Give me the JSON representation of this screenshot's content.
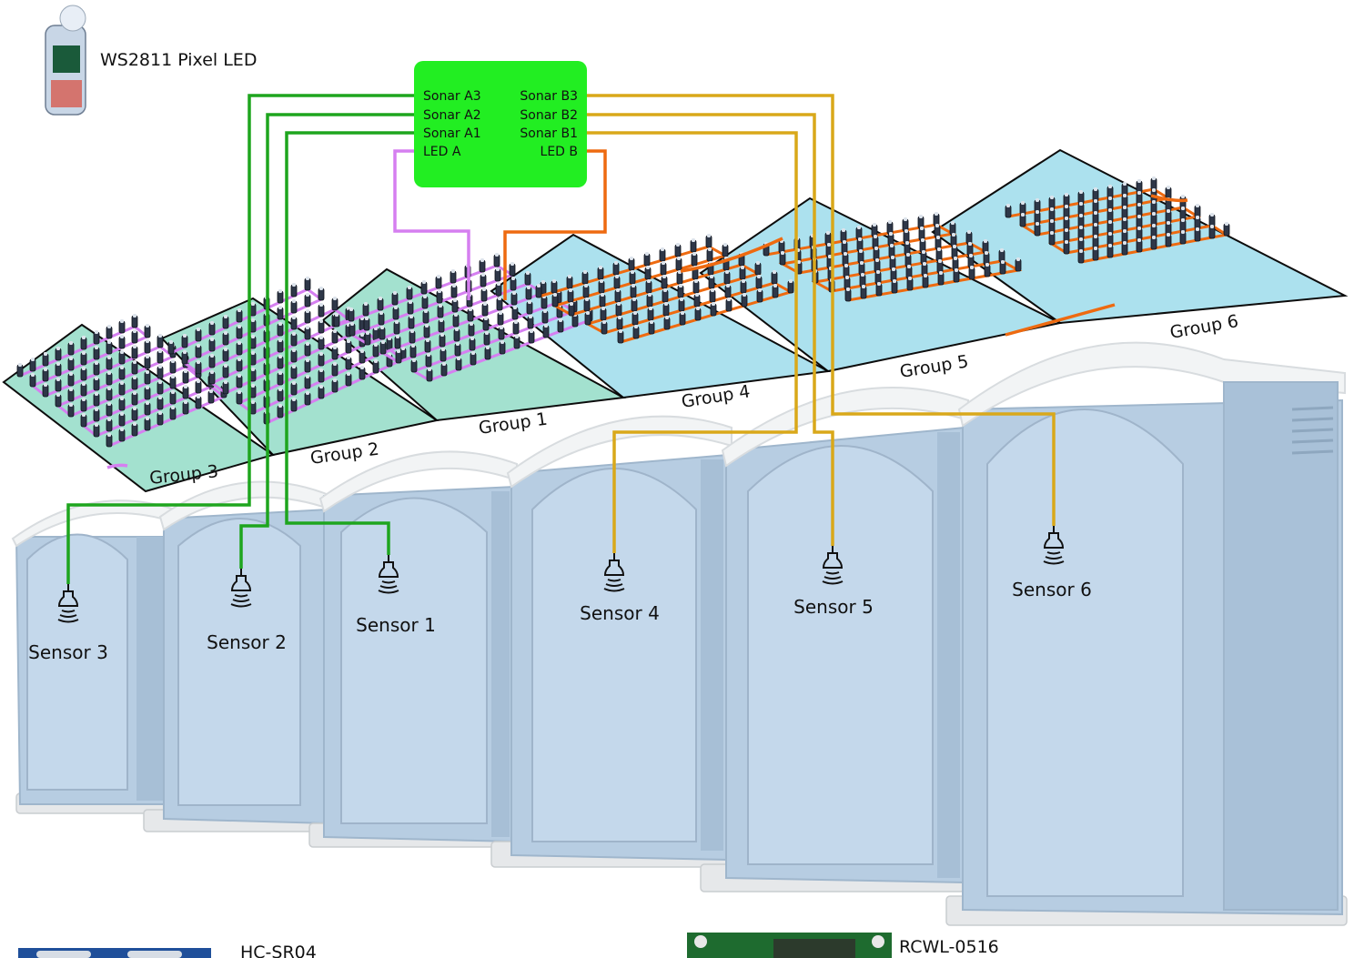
{
  "legend": {
    "ws2811_label": "WS2811 Pixel LED",
    "hcsr04_label": "HC-SR04",
    "rcwl_label": "RCWL-0516"
  },
  "controller": {
    "left_pins": [
      "Sonar A3",
      "Sonar A2",
      "Sonar A1",
      "LED A"
    ],
    "right_pins": [
      "Sonar B3",
      "Sonar B2",
      "Sonar B1",
      "LED B"
    ],
    "color": "#22ee22"
  },
  "groups": [
    "Group 1",
    "Group 2",
    "Group 3",
    "Group 4",
    "Group 5",
    "Group 6"
  ],
  "sensors": [
    "Sensor 1",
    "Sensor 2",
    "Sensor 3",
    "Sensor 4",
    "Sensor 5",
    "Sensor 6"
  ],
  "colors": {
    "wire_a_sonar": "#1ea51e",
    "wire_b_sonar": "#d9a81a",
    "wire_led_a": "#d57ff0",
    "wire_led_b": "#ee6a10",
    "panel_a": "#9fe0cd",
    "panel_b": "#a8e0ee",
    "toilet": "#b7cde2"
  }
}
